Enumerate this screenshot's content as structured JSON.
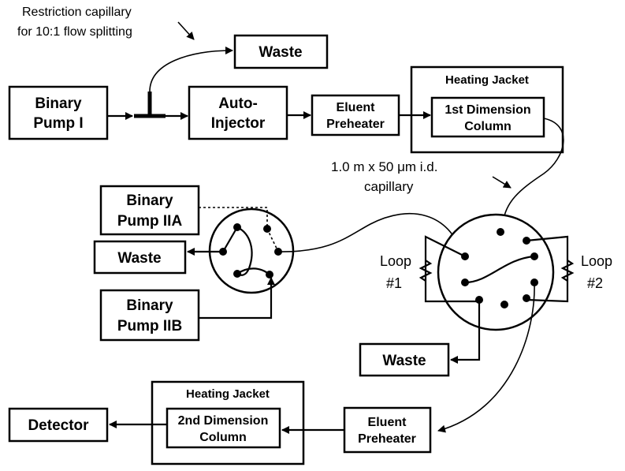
{
  "annotations": {
    "restriction_line1": "Restriction capillary",
    "restriction_line2": "for 10:1 flow splitting",
    "capillary_line1": "1.0 m x 50 μm i.d.",
    "capillary_line2": "capillary"
  },
  "boxes": {
    "binary_pump_1_line1": "Binary",
    "binary_pump_1_line2": "Pump I",
    "waste_top": "Waste",
    "autoinjector_line1": "Auto-",
    "autoinjector_line2": "Injector",
    "eluent_preheater_1_line1": "Eluent",
    "eluent_preheater_1_line2": "Preheater",
    "heating_jacket_1": "Heating Jacket",
    "first_dim_column_line1": "1st Dimension",
    "first_dim_column_line2": "Column",
    "binary_pump_2a_line1": "Binary",
    "binary_pump_2a_line2": "Pump IIA",
    "waste_left": "Waste",
    "binary_pump_2b_line1": "Binary",
    "binary_pump_2b_line2": "Pump IIB",
    "loop1_line1": "Loop",
    "loop1_line2": "#1",
    "loop2_line1": "Loop",
    "loop2_line2": "#2",
    "waste_bottom": "Waste",
    "heating_jacket_2": "Heating Jacket",
    "second_dim_column_line1": "2nd Dimension",
    "second_dim_column_line2": "Column",
    "detector": "Detector",
    "eluent_preheater_2_line1": "Eluent",
    "eluent_preheater_2_line2": "Preheater"
  }
}
